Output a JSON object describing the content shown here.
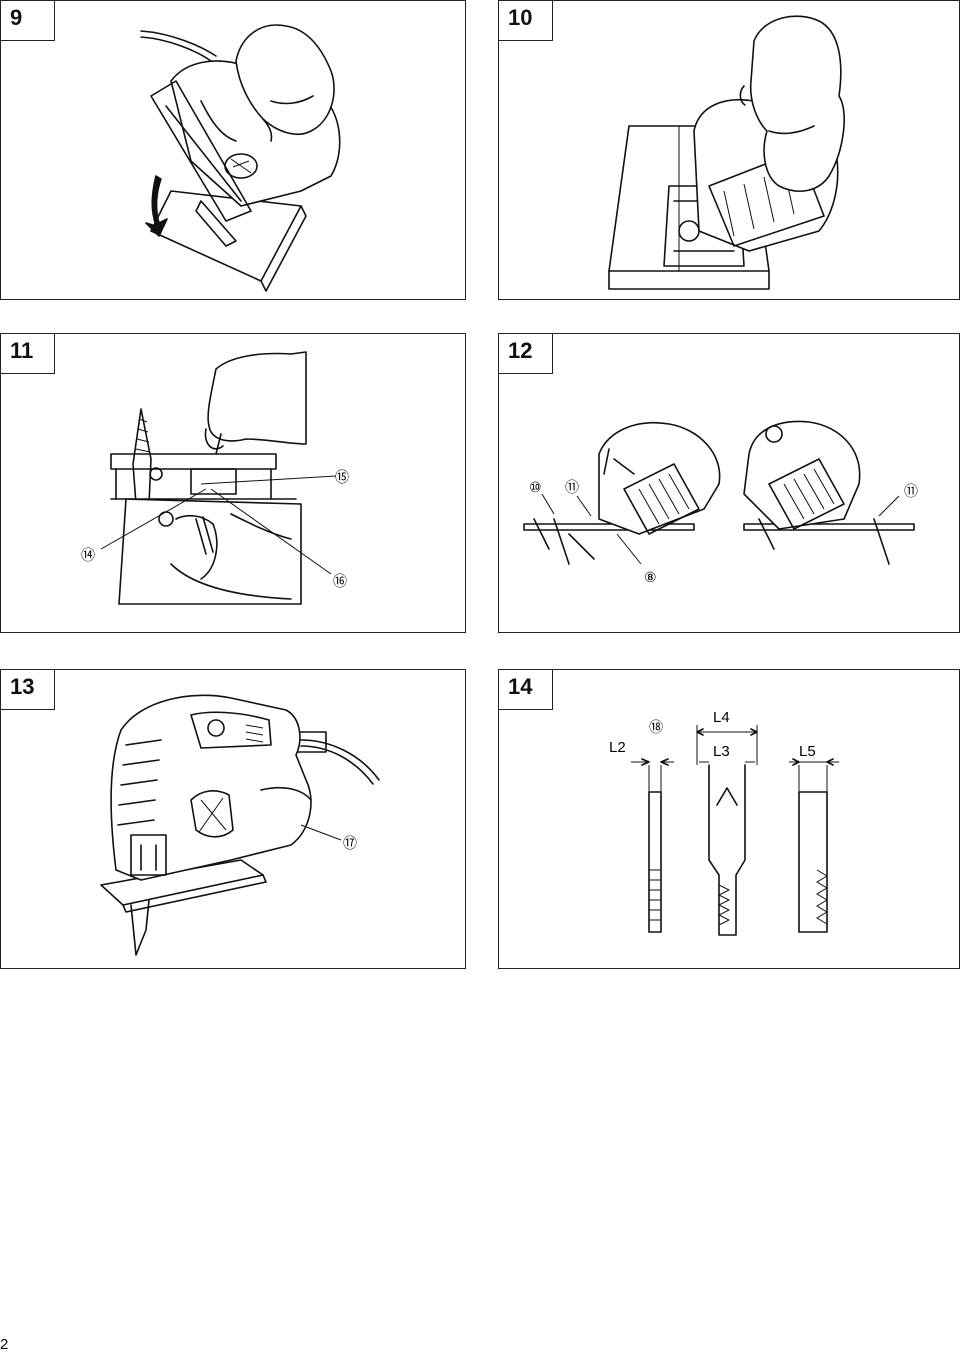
{
  "figures": [
    {
      "number": "9"
    },
    {
      "number": "10"
    },
    {
      "number": "11",
      "callouts": [
        "⑮",
        "⑭",
        "⑯"
      ]
    },
    {
      "number": "12",
      "callouts": [
        "⑩",
        "⑪",
        "⑪",
        "⑧"
      ]
    },
    {
      "number": "13",
      "callouts": [
        "⑰"
      ]
    },
    {
      "number": "14",
      "callouts": [
        "⑱"
      ],
      "dimensions": [
        "L2",
        "L4",
        "L3",
        "L5"
      ]
    }
  ],
  "page_number": "2"
}
